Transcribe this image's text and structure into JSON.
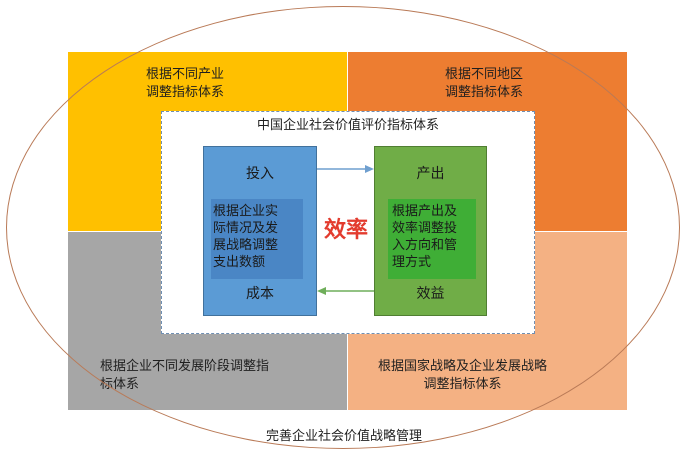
{
  "quadrants": {
    "top_left": "根据不同产业\n调整指标体系",
    "top_right": "根据不同地区\n调整指标体系",
    "bottom_left": "根据企业不同发展阶段调整指\n标体系",
    "bottom_right": "根据国家战略及企业发展战略\n调整指标体系"
  },
  "inner_title": "中国企业社会价值评价指标体系",
  "input_box": {
    "title": "投入",
    "description": "根据企业实\n际情况及发\n展战略调整\n支出数额",
    "footer": "成本"
  },
  "output_box": {
    "title": "产出",
    "description": "根据产出及\n效率调整投\n入方向和管\n理方式",
    "footer": "效益"
  },
  "center_label": "效率",
  "outer_label": "完善企业社会价值战略管理",
  "colors": {
    "quad_tl": "#ffc000",
    "quad_tr": "#ed7d31",
    "quad_bl": "#a6a6a6",
    "quad_br": "#f4b183",
    "input_box": "#5b9bd5",
    "output_box": "#70ad47",
    "accent_text": "#e33b2e",
    "ellipse": "#b97a57"
  }
}
